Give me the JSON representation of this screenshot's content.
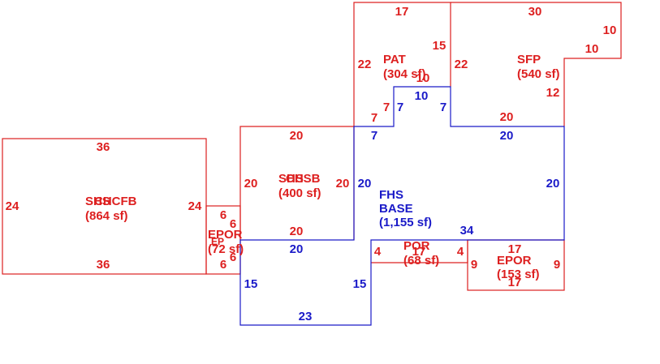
{
  "colors": {
    "red": "#dd2020",
    "blue": "#1a1ac8",
    "background": "#ffffff"
  },
  "areas": {
    "shed": {
      "code": "SHS",
      "code2": "CHCFB",
      "area": "(864 sf)"
    },
    "carport": {
      "code": "SHS",
      "code2": "CHSB",
      "area": "(400 sf)"
    },
    "patio": {
      "code": "PAT",
      "area": "(304 sf)"
    },
    "sfp": {
      "code": "SFP",
      "area": "(540 sf)"
    },
    "base": {
      "code": "FHS",
      "line2": "BASE",
      "area": "(1,155 sf)"
    },
    "epor_left": {
      "code": "EPOR",
      "code2": "EP",
      "area": "(72 sf)"
    },
    "por": {
      "code": "POR",
      "area": "(68 sf)"
    },
    "epor_right": {
      "code": "EPOR",
      "area": "(153 sf)"
    }
  },
  "dims": {
    "shed_top": "36",
    "shed_bottom": "36",
    "shed_left": "24",
    "shed_right": "24",
    "carport_top": "20",
    "carport_bottom": "20",
    "carport_left": "20",
    "carport_right": "20",
    "patio_top": "17",
    "patio_left": "22",
    "patio_right_upper": "15",
    "patio_notch": "10",
    "patio_step": "7",
    "patio_bottom": "7",
    "sfp_top": "30",
    "sfp_right": "10",
    "sfp_jog": "10",
    "sfp_left": "22",
    "sfp_right_lower": "12",
    "sfp_bottom": "20",
    "base_notch_left": "7",
    "base_notch_top": "10",
    "base_notch_right": "7",
    "base_left_top": "7",
    "base_top_right": "20",
    "base_left": "20",
    "base_right": "20",
    "base_bottom_right": "34",
    "base_bottom_left": "20",
    "base_lower_left": "15",
    "base_lower_right": "15",
    "base_lower_bottom": "23",
    "epor_l_top": "6",
    "epor_l_upper": "6",
    "epor_l_mid": "6",
    "epor_l_bottom": "6",
    "por_left": "4",
    "por_right": "4",
    "por_mid": "17",
    "epor_r_top": "17",
    "epor_r_bottom": "17",
    "epor_r_left": "9",
    "epor_r_right": "9"
  }
}
